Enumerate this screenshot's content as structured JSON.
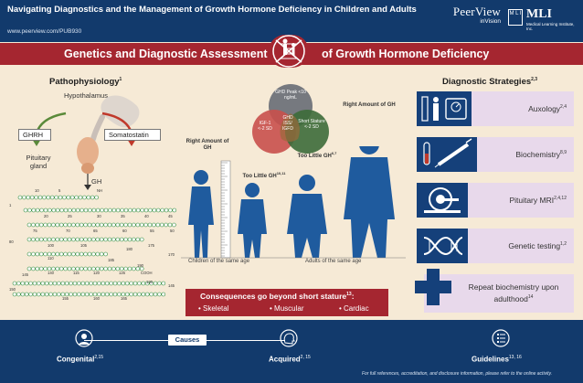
{
  "header": {
    "title": "Navigating Diagnostics and the Management of Growth Hormone Deficiency in Children and Adults",
    "url": "www.peerview.com/PUB930",
    "brand_name": "PeerView",
    "brand_sub": "inVision",
    "mli_name": "MLI",
    "mli_box": "M L I",
    "mli_sub": "Medical Learning Institute, Inc."
  },
  "banner": {
    "left": "Genetics and Diagnostic Assessment",
    "right": "of Growth Hormone Deficiency"
  },
  "patho": {
    "title": "Pathophysiology",
    "title_ref": "1",
    "hypothalamus": "Hypothalamus",
    "ghrh": "GHRH",
    "somatostatin": "Somatostatin",
    "pituitary": "Pituitary gland",
    "gh": "GH",
    "chain_nums": {
      "n1": "1",
      "n10": "10",
      "n5": "5",
      "nh2": "NH",
      "n20": "20",
      "n25": "25",
      "n30": "30",
      "n35": "35",
      "n40": "40",
      "n45": "45",
      "n50": "50",
      "n55": "55",
      "n60": "60",
      "n65": "65",
      "n70": "70",
      "n75": "75",
      "n80": "80",
      "n100": "100",
      "n105": "105",
      "n110": "110",
      "n115": "115",
      "n120": "120",
      "n125": "125",
      "n130": "130",
      "n140": "140",
      "n145": "145",
      "n150": "150",
      "n155": "155",
      "n160": "160",
      "n165": "165",
      "n170": "170",
      "n175": "175",
      "n180": "180",
      "n185": "185",
      "n190": "190",
      "cooh": "COOH"
    }
  },
  "figures": {
    "right_child_label": "Right Amount of GH",
    "too_little_child_label": "Too Little GH",
    "too_little_child_ref": "10,11",
    "too_little_adult_label": "Too Little GH",
    "too_little_adult_ref": "6,7",
    "right_adult_label": "Right Amount of GH",
    "children_same_age": "Children of the same age",
    "adults_same_age": "Adults of the same age"
  },
  "venn": {
    "ghd_top": "GHD Peak <10 ng/mL",
    "igf": "IGF-1\n<-2 SD",
    "center": "GHD\nISS/\nIGFD",
    "short_stature": "Short Stature\n<-2 SD"
  },
  "consequences": {
    "title": "Consequences go beyond short stature",
    "title_ref": "13",
    "title_suffix": ":",
    "items": [
      "• Skeletal",
      "• Muscular",
      "• Cardiac"
    ]
  },
  "diagnostic": {
    "title": "Diagnostic Strategies",
    "title_ref": "2,3",
    "strategies": [
      {
        "label": "Auxology",
        "ref": "2,4",
        "icon": "auxology-icon"
      },
      {
        "label": "Biochemistry",
        "ref": "8,9",
        "icon": "syringe-icon"
      },
      {
        "label": "Pituitary MRI",
        "ref": "2,4,12",
        "icon": "mri-icon"
      },
      {
        "label": "Genetic testing",
        "ref": "1,2",
        "icon": "dna-icon"
      }
    ],
    "repeat": {
      "label": "Repeat biochemistry upon adulthood",
      "ref": "14"
    }
  },
  "footer": {
    "congenital": "Congenital",
    "congenital_ref": "2,15",
    "causes": "Causes",
    "acquired": "Acquired",
    "acquired_ref": "2, 15",
    "guidelines": "Guidelines",
    "guidelines_ref": "13, 16",
    "disclaimer": "For full references, accreditation, and disclosure information, please refer to the online activity."
  },
  "colors": {
    "navy": "#123a6c",
    "red": "#a52630",
    "figure_blue": "#1f5b9e",
    "background": "#f6ead6",
    "strategy_bg": "#e8d9eb"
  }
}
